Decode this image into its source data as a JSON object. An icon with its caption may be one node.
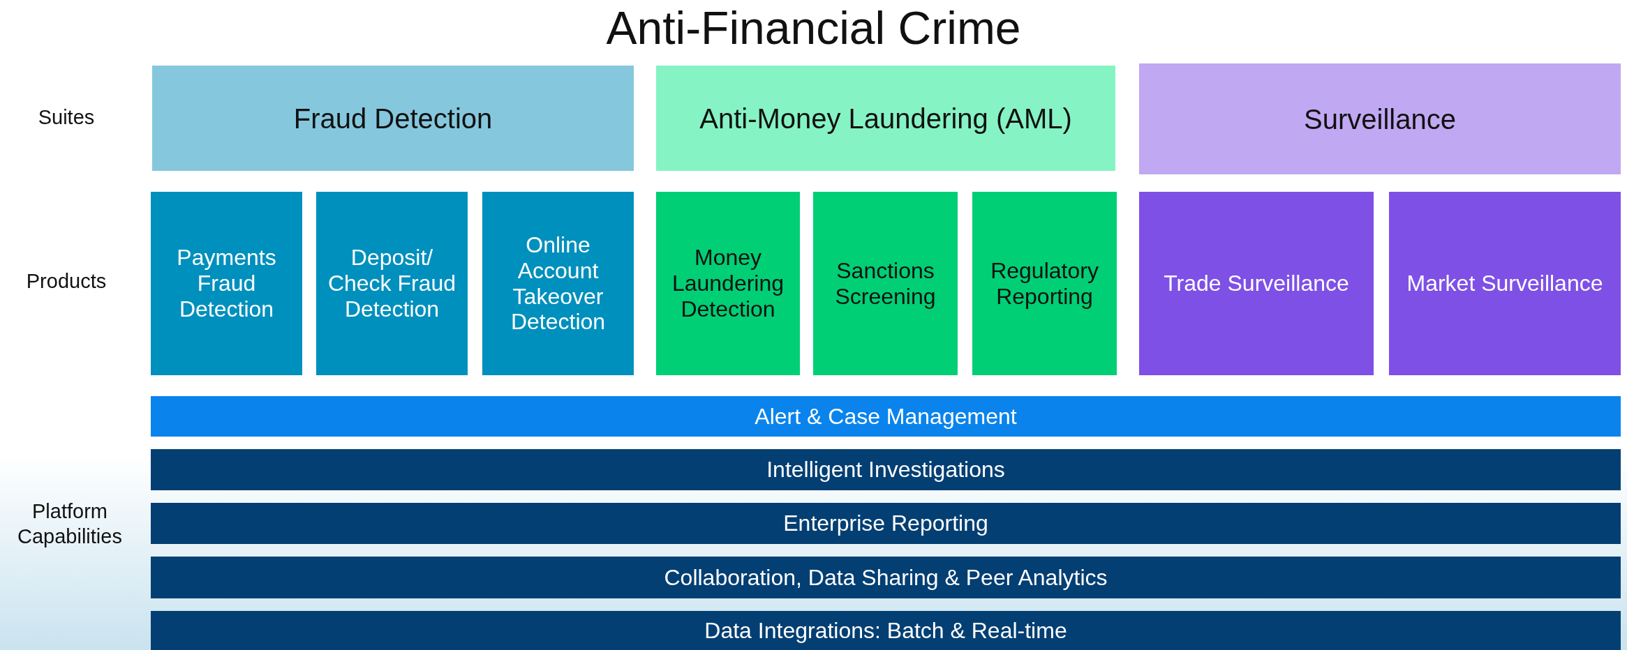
{
  "diagram": {
    "title": "Anti-Financial Crime",
    "nodes": [
      {
        "text": [
          "Fraud Detection"
        ]
      },
      {
        "text": [
          "Anti-Money Laundering (AML)"
        ]
      },
      {
        "text": [
          "Surveillance"
        ]
      },
      {
        "text": [
          "Payments Fraud Detection"
        ]
      },
      {
        "text": [
          "Deposit/ Check Fraud Detection"
        ]
      },
      {
        "text": [
          "Online Account Takeover Detection"
        ]
      },
      {
        "text": [
          "Money Laundering Detection"
        ]
      },
      {
        "text": [
          "Sanctions Screening"
        ]
      },
      {
        "text": [
          "Regulatory Reporting"
        ]
      },
      {
        "text": [
          "Trade Surveillance"
        ]
      },
      {
        "text": [
          "Market Surveillance"
        ]
      },
      {
        "text": [
          "Alert & Case Management"
        ]
      },
      {
        "text": [
          "Intelligent Investigations"
        ]
      },
      {
        "text": [
          "Enterprise Reporting"
        ]
      },
      {
        "text": [
          "Collaboration, Data Sharing & Peer Analytics"
        ]
      },
      {
        "text": [
          "Data Integrations: Batch & Real-time"
        ]
      }
    ],
    "edges": [],
    "labels": [
      "Suites",
      "Products",
      "Platform Capabilities"
    ]
  }
}
